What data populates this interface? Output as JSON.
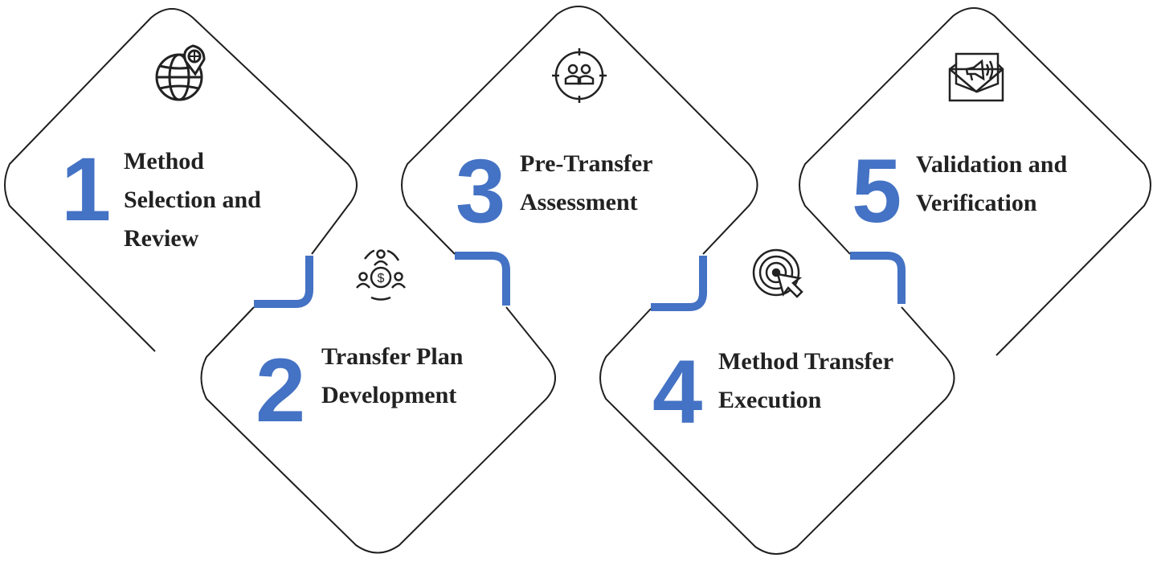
{
  "colors": {
    "accent": "#4472c4",
    "outline": "#1f1f1f",
    "text": "#222222"
  },
  "steps": [
    {
      "number": "1",
      "lines": [
        "Method",
        "Selection and",
        "Review"
      ],
      "icon": "globe-location-icon"
    },
    {
      "number": "2",
      "lines": [
        "Transfer Plan",
        "Development"
      ],
      "icon": "people-money-cycle-icon"
    },
    {
      "number": "3",
      "lines": [
        "Pre-Transfer",
        "Assessment"
      ],
      "icon": "team-target-icon"
    },
    {
      "number": "4",
      "lines": [
        "Method Transfer",
        "Execution"
      ],
      "icon": "target-cursor-icon"
    },
    {
      "number": "5",
      "lines": [
        "Validation and",
        "Verification"
      ],
      "icon": "megaphone-envelope-icon"
    }
  ]
}
